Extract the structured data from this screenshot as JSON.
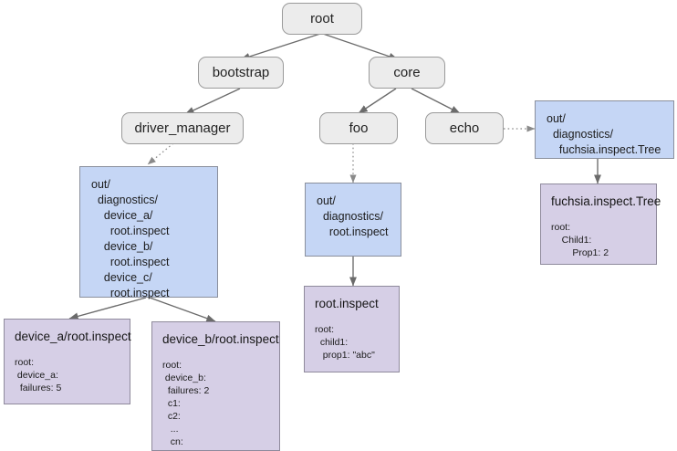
{
  "diagram": {
    "title": "Fuchsia component inspect tree",
    "background": "#ffffff",
    "colors": {
      "component_fill": "#ececec",
      "component_border": "#9a9a9a",
      "directory_fill": "#c5d6f5",
      "directory_border": "#8a8f9c",
      "file_fill": "#d6cfe6",
      "file_border": "#8f8a9c",
      "edge": "#6b6b6b"
    }
  },
  "components": {
    "root": {
      "label": "root"
    },
    "bootstrap": {
      "label": "bootstrap"
    },
    "core": {
      "label": "core"
    },
    "driver_manager": {
      "label": "driver_manager"
    },
    "foo": {
      "label": "foo"
    },
    "echo": {
      "label": "echo"
    }
  },
  "directories": {
    "driver_manager_out": {
      "lines": [
        "out/",
        "  diagnostics/",
        "    device_a/",
        "      root.inspect",
        "    device_b/",
        "      root.inspect",
        "    device_c/",
        "      root.inspect"
      ]
    },
    "foo_out": {
      "lines": [
        "out/",
        "  diagnostics/",
        "    root.inspect"
      ]
    },
    "echo_out": {
      "lines": [
        "out/",
        "  diagnostics/",
        "    fuchsia.inspect.Tree"
      ]
    }
  },
  "files": {
    "device_a": {
      "title": "device_a/root.inspect",
      "lines": [
        "root:",
        " device_a:",
        "  failures: 5"
      ]
    },
    "device_b": {
      "title": "device_b/root.inspect",
      "lines": [
        "root:",
        " device_b:",
        "  failures: 2",
        "  c1:",
        "  c2:",
        "   ...",
        "   cn:"
      ]
    },
    "foo_inspect": {
      "title": "root.inspect",
      "lines": [
        "root:",
        "  child1:",
        "   prop1: \"abc\""
      ]
    },
    "echo_tree": {
      "title": "fuchsia.inspect.Tree",
      "lines": [
        "root:",
        "    Child1:",
        "        Prop1: 2"
      ]
    }
  },
  "edges": [
    {
      "name": "root-to-bootstrap",
      "style": "solid"
    },
    {
      "name": "root-to-core",
      "style": "solid"
    },
    {
      "name": "bootstrap-to-driver-manager",
      "style": "solid"
    },
    {
      "name": "core-to-foo",
      "style": "solid"
    },
    {
      "name": "core-to-echo",
      "style": "solid"
    },
    {
      "name": "driver-manager-to-out",
      "style": "dotted"
    },
    {
      "name": "foo-to-out",
      "style": "dotted"
    },
    {
      "name": "echo-to-out",
      "style": "dotted"
    },
    {
      "name": "out-to-device-a",
      "style": "solid"
    },
    {
      "name": "out-to-device-b",
      "style": "solid"
    },
    {
      "name": "foo-out-to-root-inspect",
      "style": "solid"
    },
    {
      "name": "echo-out-to-tree",
      "style": "solid"
    }
  ]
}
